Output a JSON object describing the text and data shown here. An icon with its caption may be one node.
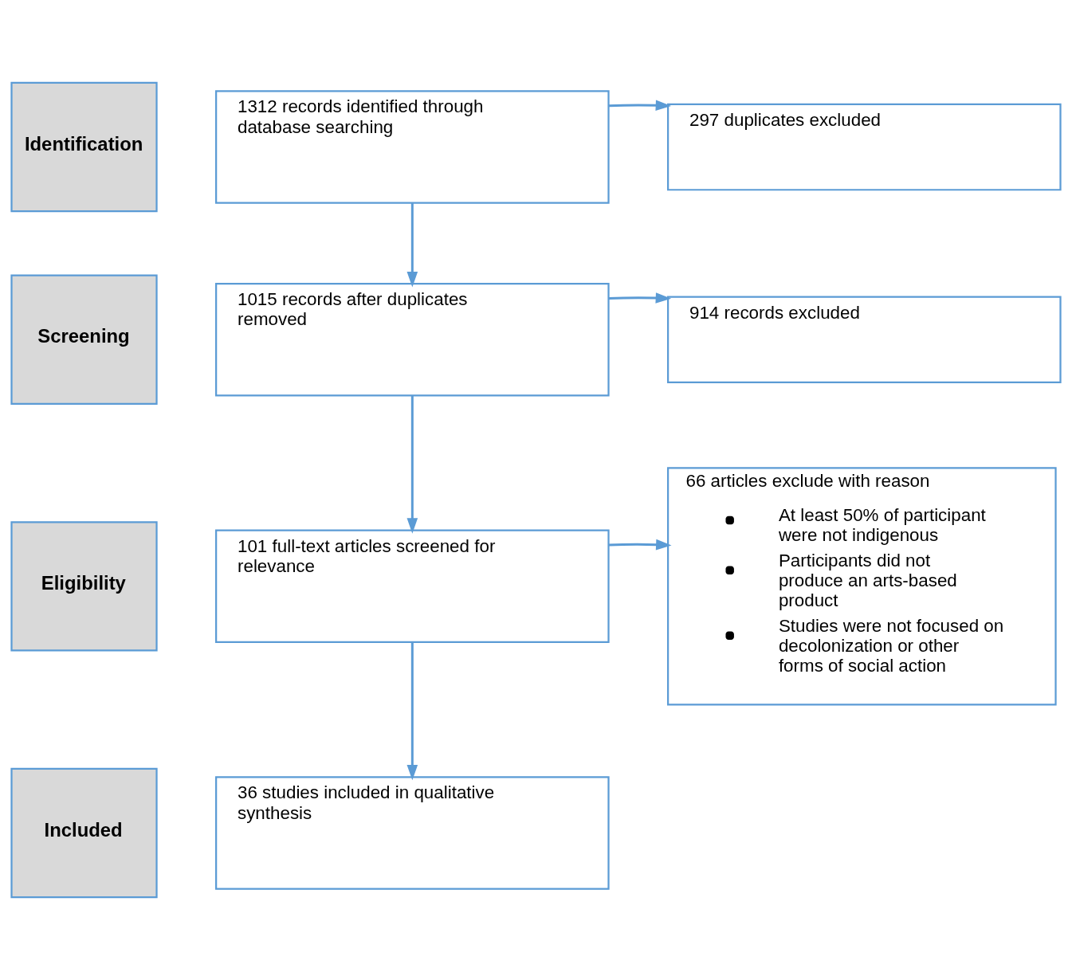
{
  "diagram": {
    "nodes": [
      {
        "text": [
          "Identification"
        ]
      },
      {
        "text": [
          "1312 records identified through database searching"
        ]
      },
      {
        "text": [
          "297 duplicates excluded"
        ]
      },
      {
        "text": [
          "Screening"
        ]
      },
      {
        "text": [
          "1015 records after duplicates removed"
        ]
      },
      {
        "text": [
          "914 records excluded"
        ]
      },
      {
        "text": [
          "Eligibility"
        ]
      },
      {
        "text": [
          "101 full-text articles screened for relevance"
        ]
      },
      {
        "text": [
          "66 articles exclude with reason",
          "At least 50% of participant were not indigenous",
          "Participants did not produce an arts-based product",
          "Studies were not focused on decolonization or other forms of social action"
        ]
      },
      {
        "text": [
          "Included"
        ]
      },
      {
        "text": [
          "36 studies included in qualitative synthesis"
        ]
      }
    ],
    "edges": [
      {
        "from": 1,
        "to": 2,
        "arrow": "to"
      },
      {
        "from": 1,
        "to": 4,
        "arrow": "to"
      },
      {
        "from": 4,
        "to": 5,
        "arrow": "to"
      },
      {
        "from": 4,
        "to": 7,
        "arrow": "to"
      },
      {
        "from": 7,
        "to": 8,
        "arrow": "to"
      },
      {
        "from": 7,
        "to": 10,
        "arrow": "to"
      }
    ]
  }
}
